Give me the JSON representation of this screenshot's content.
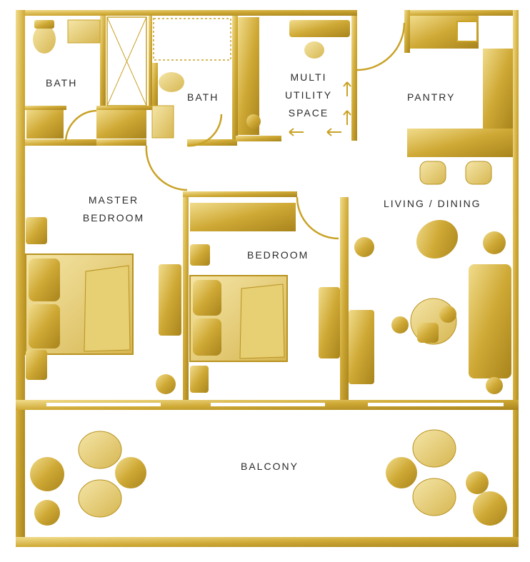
{
  "colors": {
    "wall": "#c9a227",
    "wall_dark": "#9c7a12",
    "furniture": "#d8b84a",
    "furniture_light": "#ecd98a",
    "floor": "#ffffff",
    "label": "#2b2b2b"
  },
  "rooms": {
    "bath_1": "BATH",
    "bath_2": "BATH",
    "multi_utility_line1": "MULTI",
    "multi_utility_line2": "UTILITY",
    "multi_utility_line3": "SPACE",
    "pantry": "PANTRY",
    "master_bedroom_line1": "MASTER",
    "master_bedroom_line2": "BEDROOM",
    "bedroom": "BEDROOM",
    "living_dining": "LIVING / DINING",
    "balcony": "BALCONY"
  }
}
